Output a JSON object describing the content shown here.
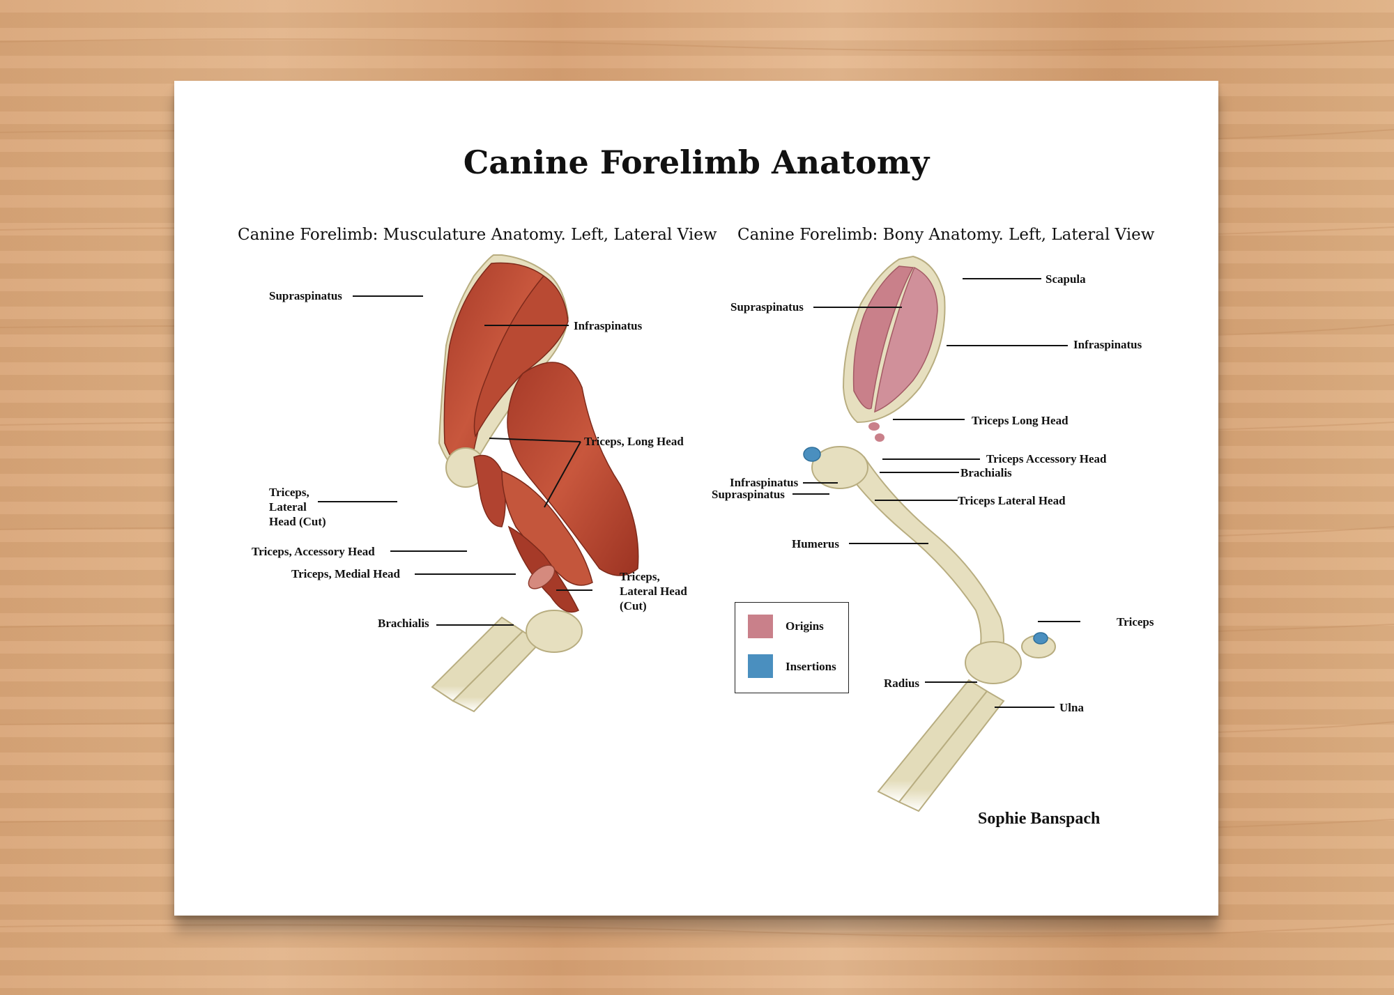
{
  "title": "Canine Forelimb Anatomy",
  "left_panel": {
    "title": "Canine Forelimb: Musculature Anatomy. Left, Lateral View",
    "labels": {
      "supraspinatus": "Supraspinatus",
      "infraspinatus": "Infraspinatus",
      "triceps_long_head": "Triceps, Long Head",
      "triceps_lateral_head_cut_left": "Triceps,\nLateral\nHead (Cut)",
      "triceps_accessory_head": "Triceps, Accessory Head",
      "triceps_medial_head": "Triceps, Medial Head",
      "triceps_lateral_head_cut_right": "Triceps,\nLateral Head\n(Cut)",
      "brachialis": "Brachialis"
    }
  },
  "right_panel": {
    "title": "Canine Forelimb: Bony Anatomy. Left, Lateral View",
    "labels": {
      "scapula": "Scapula",
      "supraspinatus": "Supraspinatus",
      "infraspinatus": "Infraspinatus",
      "triceps_long_head": "Triceps Long Head",
      "triceps_accessory_head": "Triceps Accessory Head",
      "brachialis": "Brachialis",
      "infraspinatus_insertion": "Infraspinatus",
      "supraspinatus_insertion": "Supraspinatus",
      "triceps_lateral_head": "Triceps Lateral Head",
      "humerus": "Humerus",
      "triceps": "Triceps",
      "radius": "Radius",
      "ulna": "Ulna"
    }
  },
  "legend": {
    "items": [
      {
        "label": "Origins",
        "color": "#c9808a"
      },
      {
        "label": "Insertions",
        "color": "#4a8fbf"
      }
    ]
  },
  "artist": "Sophie Banspach",
  "colors": {
    "muscle": "#b8452f",
    "muscle_light": "#d2694f",
    "bone": "#e6dfbf",
    "bone_shade": "#cfc597",
    "origin": "#c9808a",
    "insertion": "#4a8fbf"
  }
}
